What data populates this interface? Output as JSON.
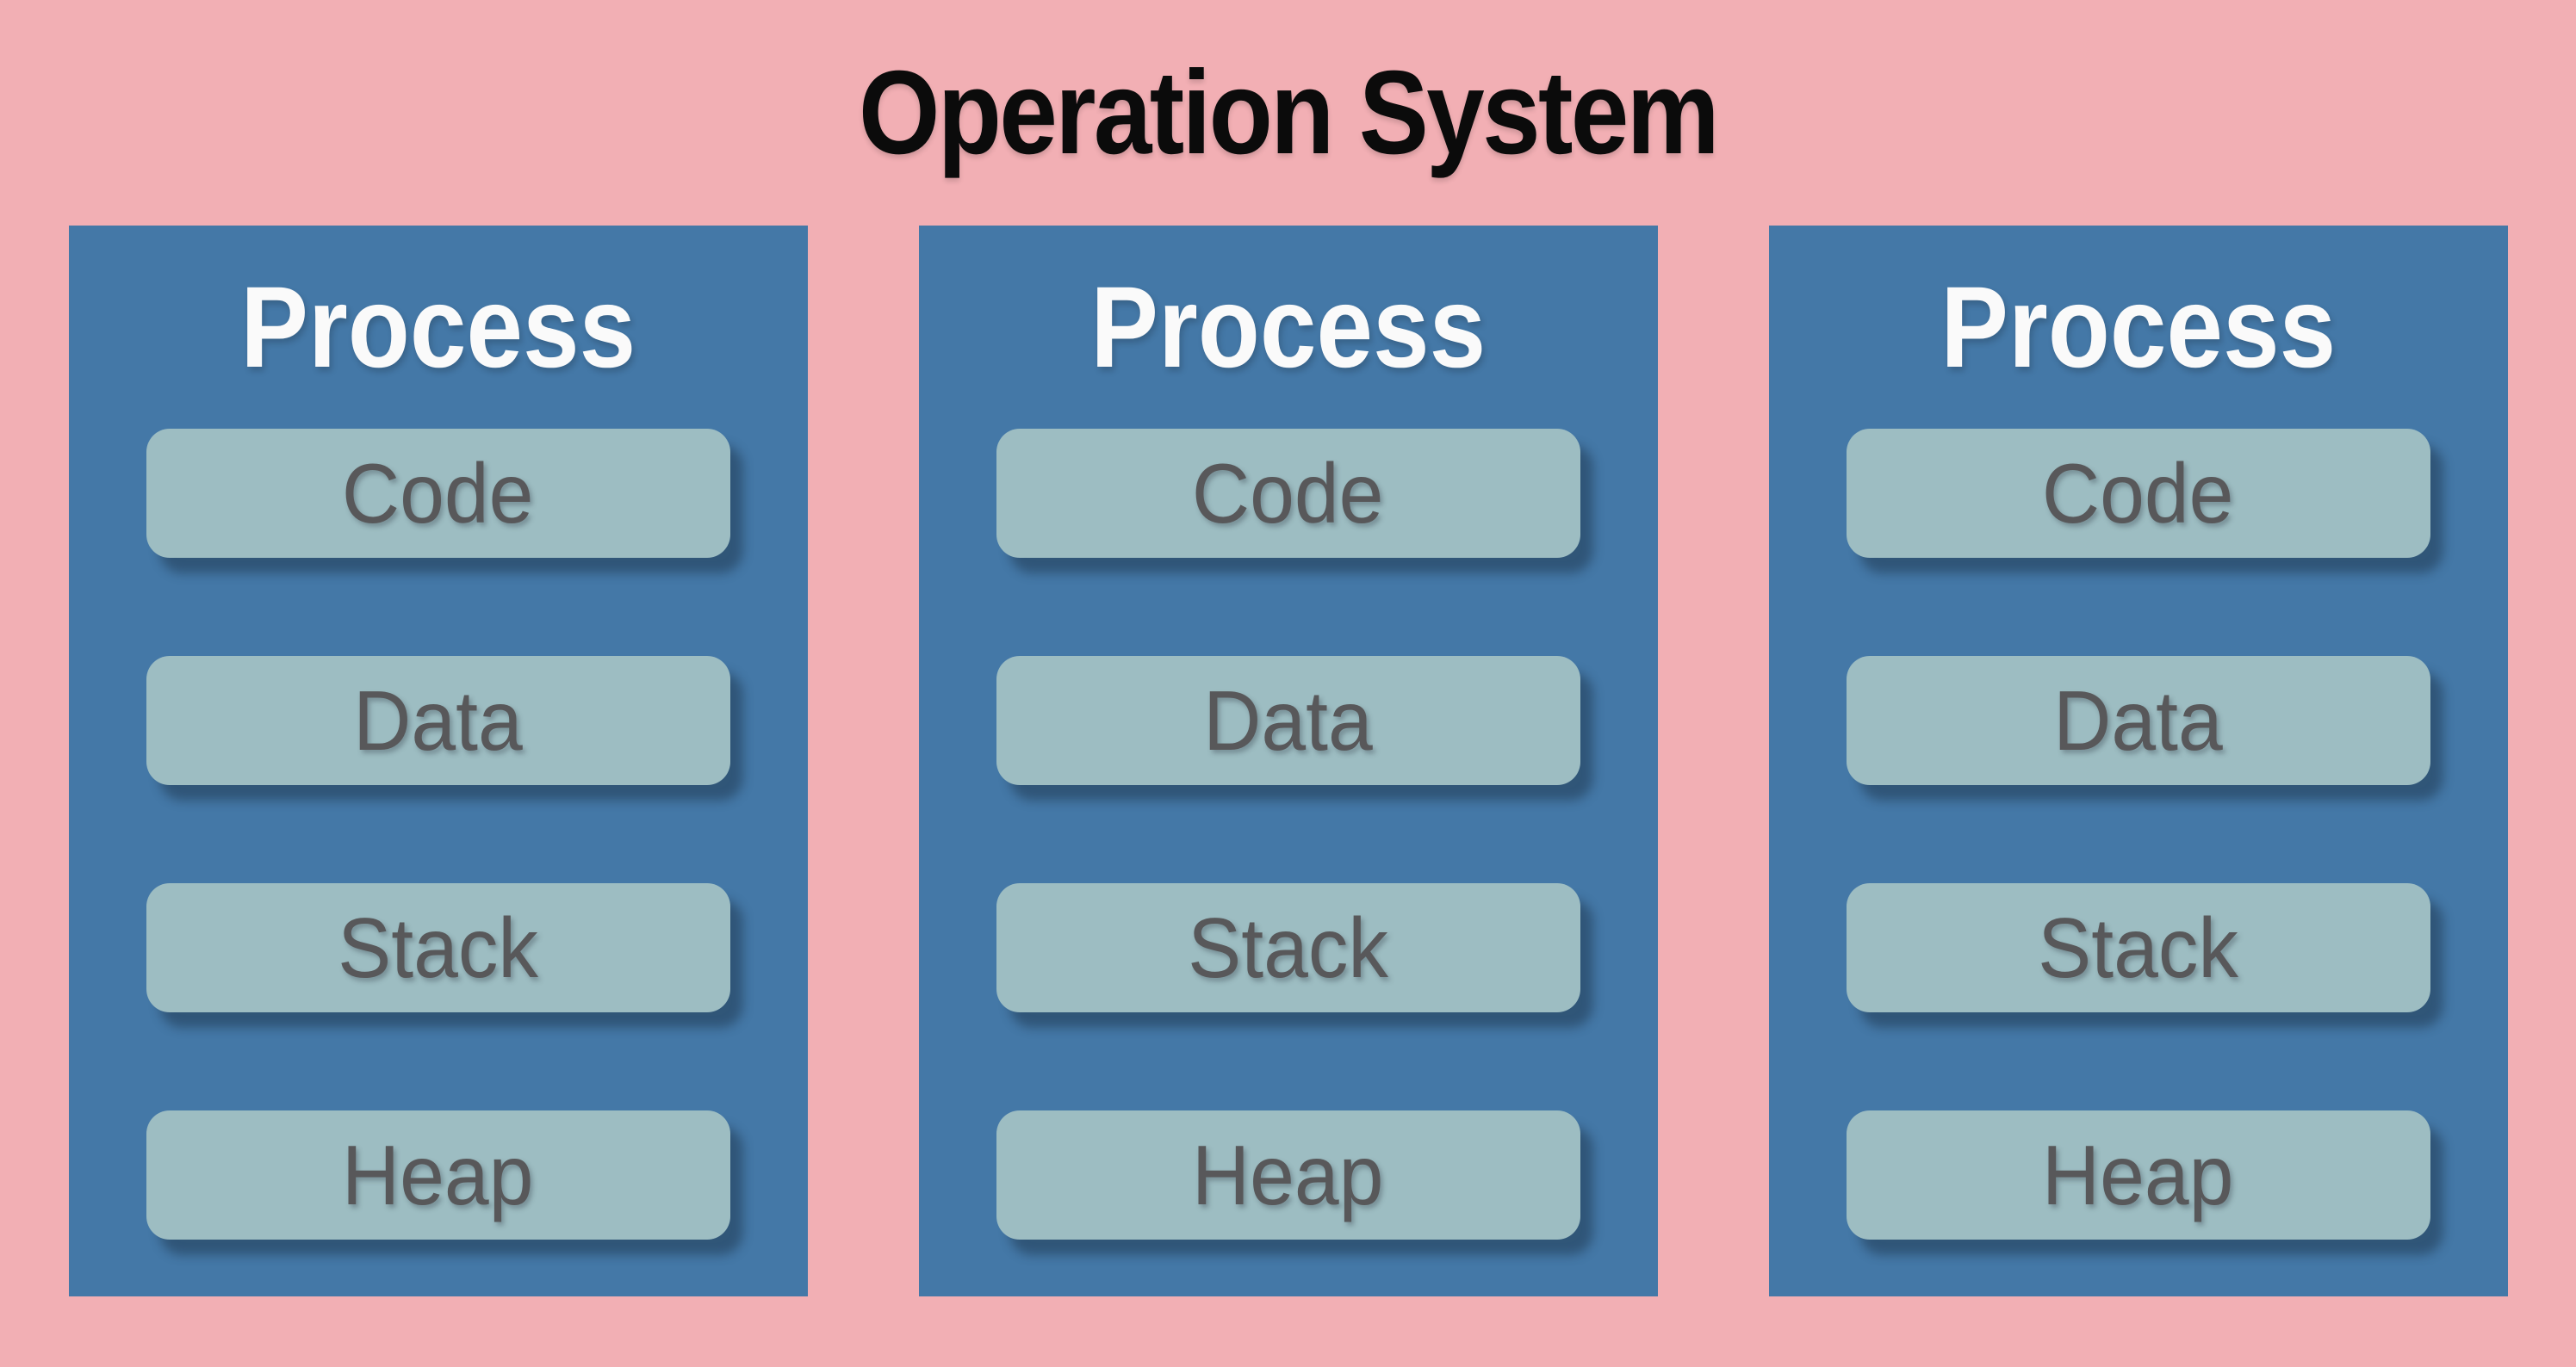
{
  "os": {
    "title": "Operation System",
    "processes": [
      {
        "title": "Process",
        "segments": [
          "Code",
          "Data",
          "Stack",
          "Heap"
        ]
      },
      {
        "title": "Process",
        "segments": [
          "Code",
          "Data",
          "Stack",
          "Heap"
        ]
      },
      {
        "title": "Process",
        "segments": [
          "Code",
          "Data",
          "Stack",
          "Heap"
        ]
      }
    ]
  },
  "colors": {
    "background_pink": "#F2AFB4",
    "process_panel_blue": "#4478A7",
    "segment_teal": "#9DBDC2",
    "segment_text_gray": "#58585A",
    "process_text_white": "#FAFAFA",
    "title_text_black": "#0B0B0B"
  }
}
